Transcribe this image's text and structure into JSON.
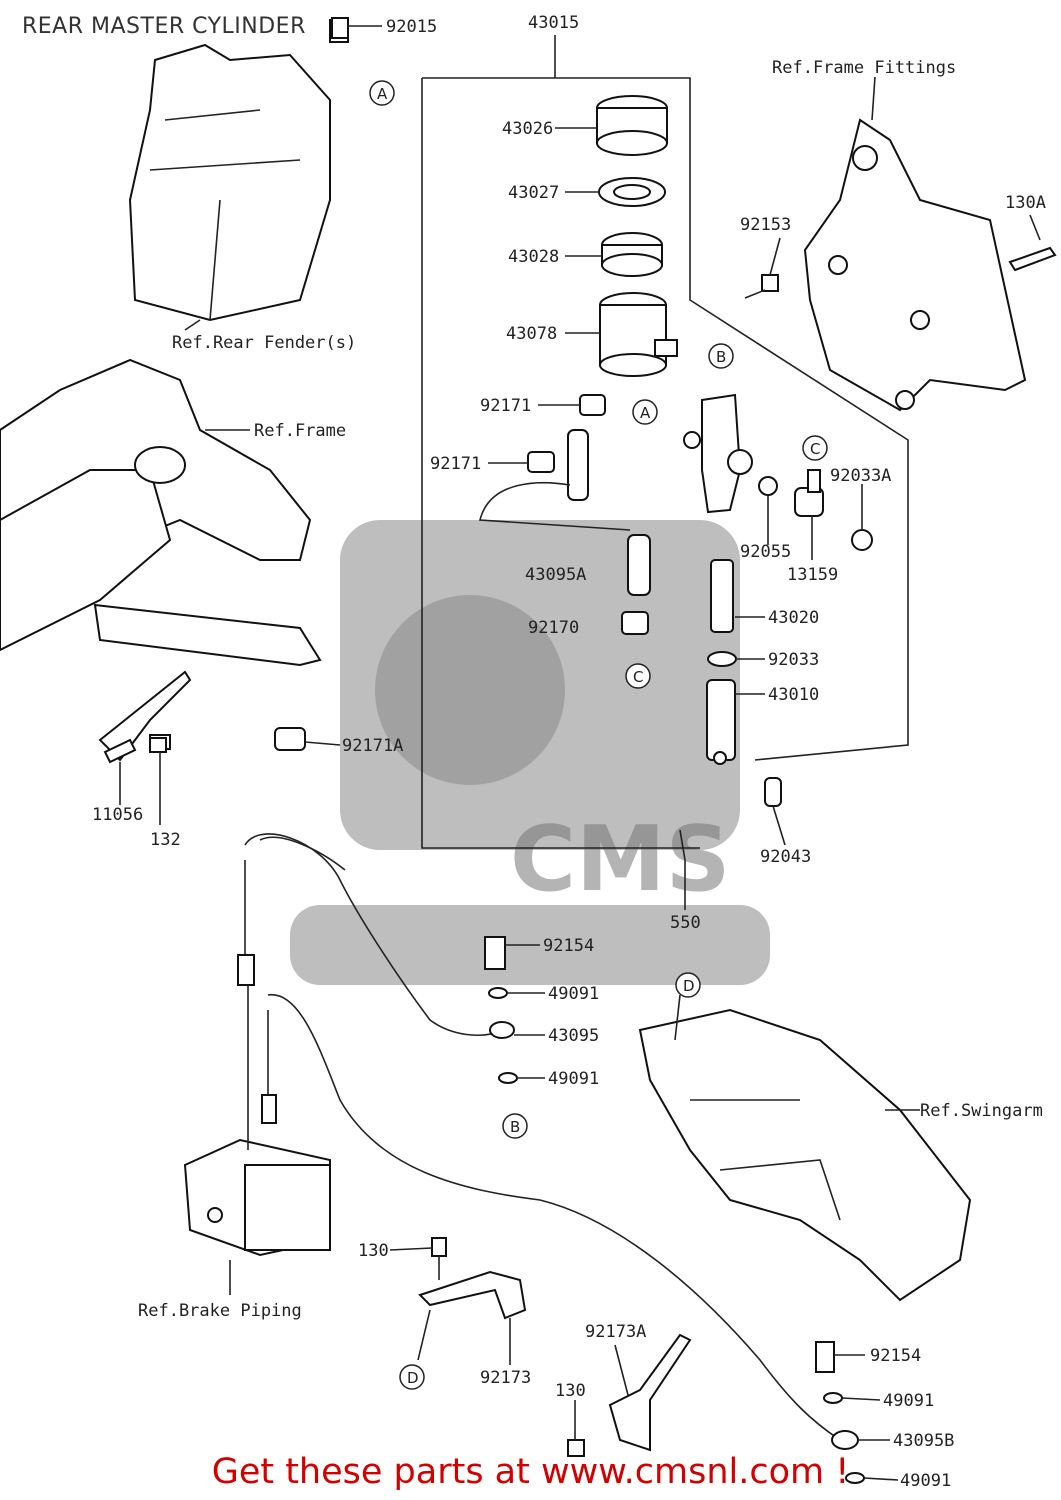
{
  "title": "REAR MASTER CYLINDER",
  "footer": "Get these parts at www.cmsnl.com !",
  "refs": {
    "rear_fender": "Ref.Rear Fender(s)",
    "frame": "Ref.Frame",
    "frame_fittings": "Ref.Frame Fittings",
    "swingarm": "Ref.Swingarm",
    "brake_piping": "Ref.Brake Piping"
  },
  "parts": {
    "p92015": "92015",
    "p43015": "43015",
    "p43026": "43026",
    "p43027": "43027",
    "p43028": "43028",
    "p43078": "43078",
    "p92153": "92153",
    "p130A": "130A",
    "p92171_a": "92171",
    "p92171_b": "92171",
    "p92033A": "92033A",
    "p92055": "92055",
    "p13159": "13159",
    "p43095A": "43095A",
    "p43020": "43020",
    "p92170": "92170",
    "p92033": "92033",
    "p43010": "43010",
    "p92171A": "92171A",
    "p11056": "11056",
    "p132": "132",
    "p92043": "92043",
    "p550": "550",
    "p92154_a": "92154",
    "p49091_a": "49091",
    "p43095": "43095",
    "p49091_b": "49091",
    "p130_a": "130",
    "p92173": "92173",
    "p92173A": "92173A",
    "p130_b": "130",
    "p92154_b": "92154",
    "p49091_c": "49091",
    "p43095B": "43095B",
    "p49091_d": "49091"
  },
  "callouts": {
    "a1": "A",
    "a2": "A",
    "b1": "B",
    "b2": "B",
    "c1": "C",
    "c2": "C",
    "d1": "D",
    "d2": "D"
  },
  "watermark": "CMS"
}
